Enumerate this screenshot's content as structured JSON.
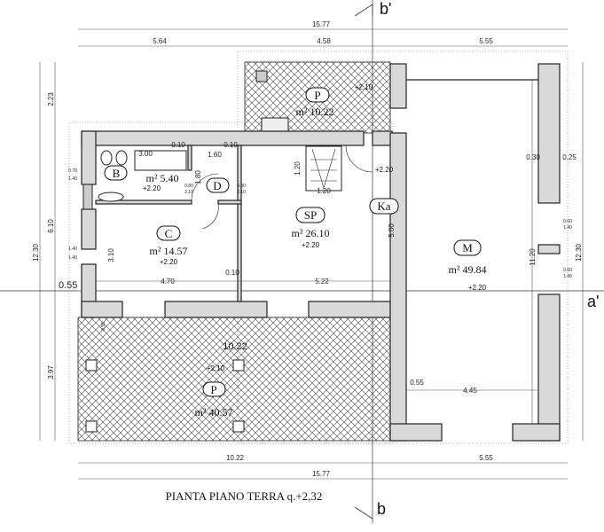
{
  "title": "PIANTA PIANO TERRA q.+2,32",
  "sections": {
    "b_top": "b'",
    "b_bottom": "b",
    "a_right": "a'",
    "a_left": "0.55"
  },
  "rooms": [
    {
      "code": "P",
      "area": "m² 10.22",
      "level": "+2.10"
    },
    {
      "code": "B",
      "area": "m² 5.40",
      "level": "+2.20"
    },
    {
      "code": "D"
    },
    {
      "code": "C",
      "area": "m² 14.57",
      "level": "+2.20"
    },
    {
      "code": "SP",
      "area": "m² 26.10",
      "level": "+2.20"
    },
    {
      "code": "Ka",
      "level": "+2.20"
    },
    {
      "code": "M",
      "area": "m² 49.84",
      "level": "+2.20"
    },
    {
      "code": "P",
      "area": "m² 40.57",
      "level": "+2.10"
    }
  ],
  "dimensions": {
    "top_total": "15.77",
    "top_a": "5.64",
    "top_b": "4.58",
    "top_c": "5.55",
    "bottom_a": "10.22",
    "bottom_b": "5.55",
    "bottom_total": "15.77",
    "left_total": "12.30",
    "left_a": "2.23",
    "left_b": "6.10",
    "left_c": "3.97",
    "right_total": "12.30",
    "bath_wall_1": "0.10",
    "bath_wall_2": "0.10",
    "tub": "3.00",
    "bath_len": "1.60",
    "bath_h": "1.80",
    "stair_h": "1.20",
    "stair_w": "1.20",
    "ka_len": "5.00",
    "c_height": "3.10",
    "c_width": "4.70",
    "sp_width": "5.22",
    "c_wall": "0.10",
    "terrace_width": "10.22",
    "terrace_wall": "0.55",
    "m_wall_in": "0.30",
    "m_wall_out": "0.25",
    "m_len": "11.20",
    "m_wall_b": "0.55",
    "m_width": "4.45",
    "win_left_1a": "0.70",
    "win_left_1b": "1.40",
    "win_left_2a": "1.40",
    "win_left_2b": "1.40",
    "win_right_1a": "0.60",
    "win_right_1b": "1.40",
    "win_right_2a": "0.60",
    "win_right_2b": "1.40",
    "door_d1a": "0.80",
    "door_d1b": "2.10",
    "door_d2a": "0.80",
    "door_d2b": "2.10"
  }
}
